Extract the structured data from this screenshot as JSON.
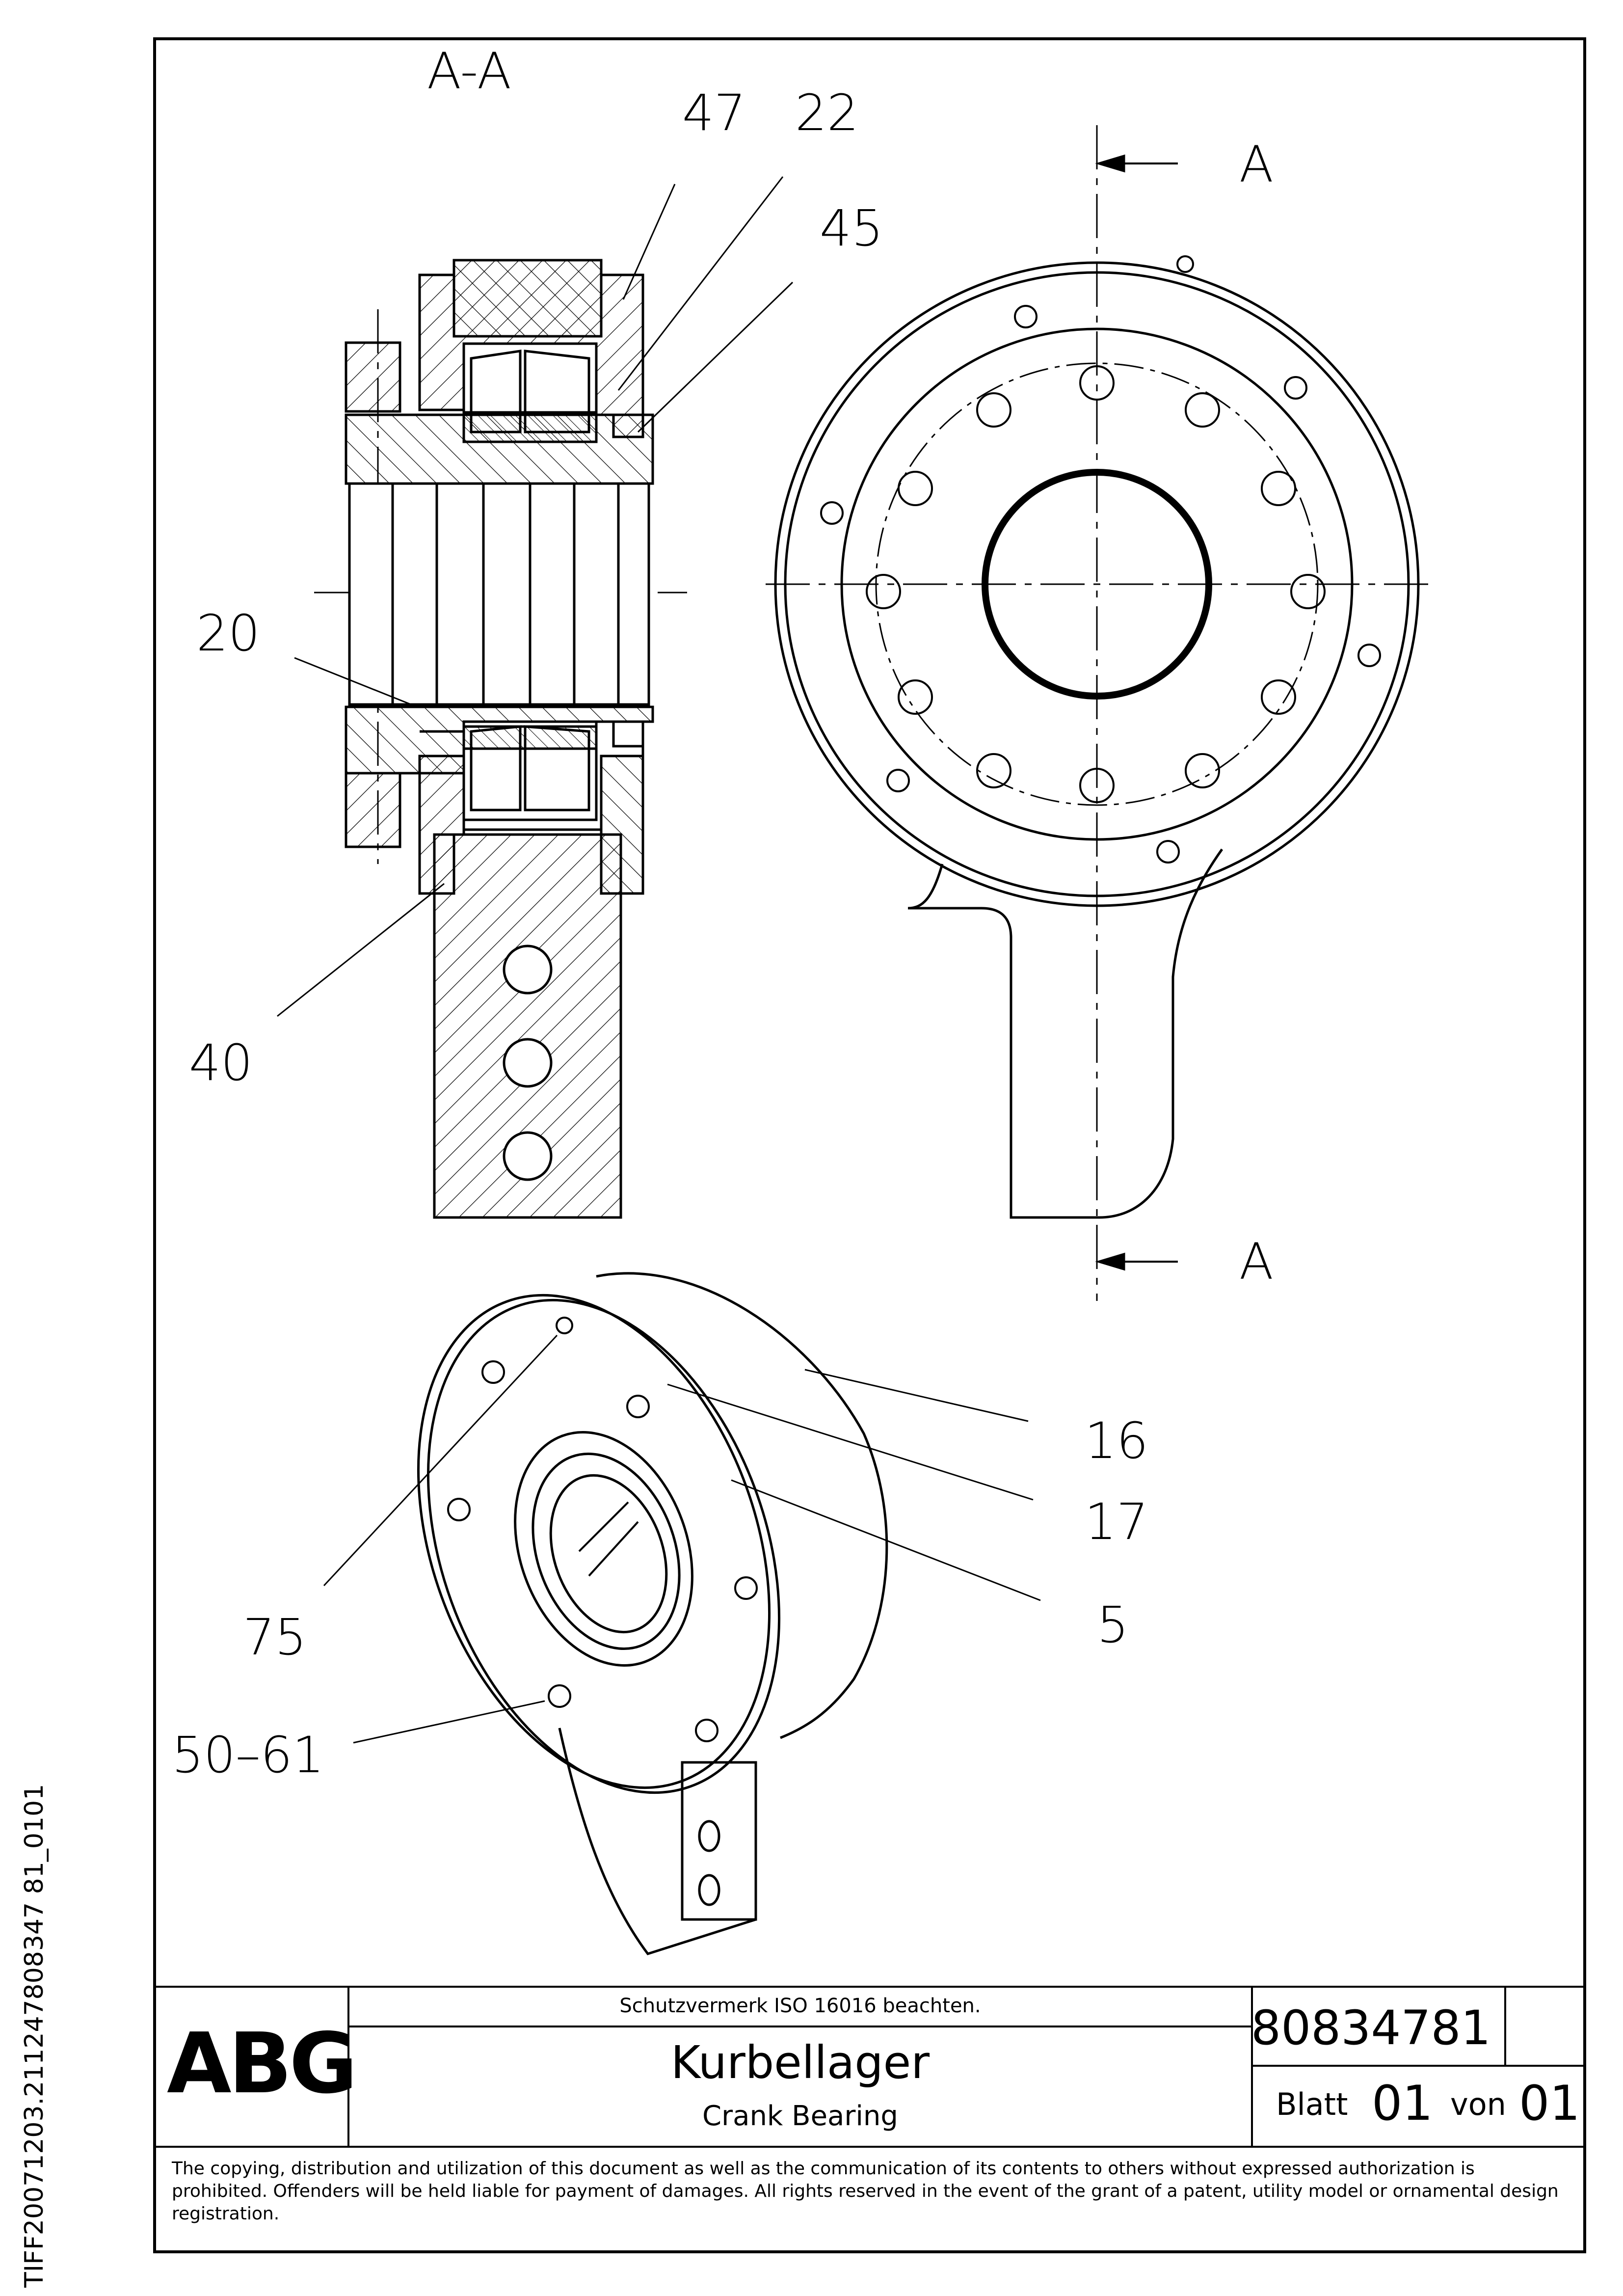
{
  "section_label": "A-A",
  "cut_labels": {
    "top": "A",
    "bottom": "A"
  },
  "callouts": {
    "c47": "47",
    "c22": "22",
    "c45": "45",
    "c20": "20",
    "c40": "40",
    "c16": "16",
    "c17": "17",
    "c5": "5",
    "c75": "75",
    "c50_61": "50–61"
  },
  "title_block": {
    "logo": "ABG",
    "protection_note": "Schutzvermerk ISO 16016 beachten.",
    "title_de": "Kurbellager",
    "title_en": "Crank Bearing",
    "drawing_number": "80834781",
    "sheet_label": "Blatt",
    "sheet_number": "01",
    "of_label": "von",
    "sheet_total": "01"
  },
  "legal_notice": "The copying, distribution and utilization of this document as well as the communication of its contents to others without expressed authorization is prohibited. Offenders will be held liable for payment of damages. All rights reserved in the event of the grant of a patent, utility model or ornamental design registration.",
  "side_identifier": "TIFF20071203.211247808347 81_0101"
}
